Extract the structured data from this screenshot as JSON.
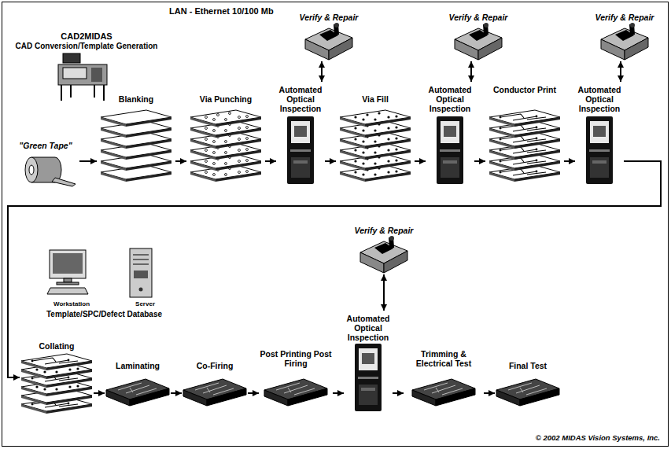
{
  "diagram": {
    "nodes": [
      {
        "text": [
          "CAD2MIDAS",
          "CAD Conversion/Template Generation"
        ]
      },
      {
        "text": [
          "\"Green Tape\""
        ]
      },
      {
        "text": [
          "Blanking"
        ]
      },
      {
        "text": [
          "Via Punching"
        ]
      },
      {
        "text": [
          "Automated Optical Inspection"
        ]
      },
      {
        "text": [
          "Verify & Repair"
        ]
      },
      {
        "text": [
          "Via Fill"
        ]
      },
      {
        "text": [
          "Automated Optical Inspection"
        ]
      },
      {
        "text": [
          "Verify & Repair"
        ]
      },
      {
        "text": [
          "Conductor Print"
        ]
      },
      {
        "text": [
          "Automated Optical Inspection"
        ]
      },
      {
        "text": [
          "Verify & Repair"
        ]
      },
      {
        "text": [
          "Workstation",
          "Server",
          "Template/SPC/Defect Database"
        ]
      },
      {
        "text": [
          "Collating"
        ]
      },
      {
        "text": [
          "Laminating"
        ]
      },
      {
        "text": [
          "Co-Firing"
        ]
      },
      {
        "text": [
          "Post Printing Post Firing"
        ]
      },
      {
        "text": [
          "Verify & Repair"
        ]
      },
      {
        "text": [
          "Automated Optical Inspection"
        ]
      },
      {
        "text": [
          "Trimming & Electrical Test"
        ]
      },
      {
        "text": [
          "Final Test"
        ]
      }
    ],
    "edges": [
      {
        "from": 1,
        "to": 2,
        "arrow": "to"
      },
      {
        "from": 2,
        "to": 3,
        "arrow": "to"
      },
      {
        "from": 3,
        "to": 4,
        "arrow": "to"
      },
      {
        "from": 4,
        "to": 5,
        "arrow": "both"
      },
      {
        "from": 4,
        "to": 6,
        "arrow": "to"
      },
      {
        "from": 6,
        "to": 7,
        "arrow": "to"
      },
      {
        "from": 7,
        "to": 8,
        "arrow": "both"
      },
      {
        "from": 7,
        "to": 9,
        "arrow": "to"
      },
      {
        "from": 9,
        "to": 10,
        "arrow": "to"
      },
      {
        "from": 10,
        "to": 11,
        "arrow": "both"
      },
      {
        "from": 10,
        "to": 13,
        "arrow": "to"
      },
      {
        "from": 13,
        "to": 14,
        "arrow": "to"
      },
      {
        "from": 14,
        "to": 15,
        "arrow": "to"
      },
      {
        "from": 15,
        "to": 16,
        "arrow": "to"
      },
      {
        "from": 16,
        "to": 18,
        "arrow": "to"
      },
      {
        "from": 18,
        "to": 17,
        "arrow": "both"
      },
      {
        "from": 18,
        "to": 19,
        "arrow": "to"
      },
      {
        "from": 19,
        "to": 20,
        "arrow": "to"
      }
    ],
    "labels": [
      "LAN - Ethernet 10/100 Mb",
      "© 2002 MIDAS Vision Systems, Inc."
    ]
  }
}
